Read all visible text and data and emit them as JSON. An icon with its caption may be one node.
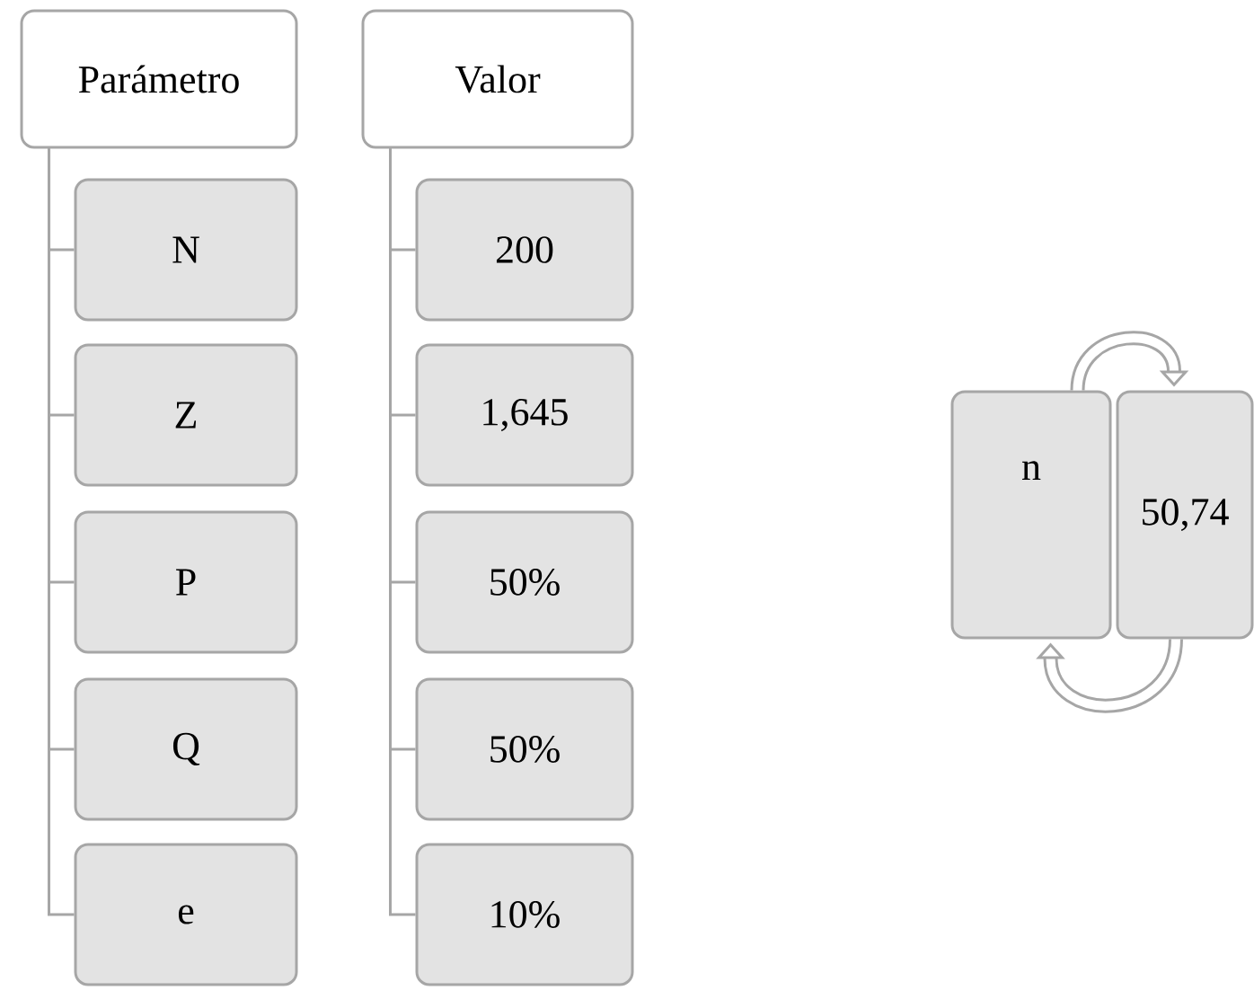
{
  "diagram": {
    "nodes": [
      {
        "text": [
          "Parámetro"
        ]
      },
      {
        "text": [
          "Valor"
        ]
      },
      {
        "text": [
          "N"
        ]
      },
      {
        "text": [
          "Z"
        ]
      },
      {
        "text": [
          "P"
        ]
      },
      {
        "text": [
          "Q"
        ]
      },
      {
        "text": [
          "e"
        ]
      },
      {
        "text": [
          "200"
        ]
      },
      {
        "text": [
          "1,645"
        ]
      },
      {
        "text": [
          "50%"
        ]
      },
      {
        "text": [
          "50%"
        ]
      },
      {
        "text": [
          "10%"
        ]
      },
      {
        "text": [
          "n"
        ]
      },
      {
        "text": [
          "50,74"
        ]
      }
    ],
    "edges": [
      {
        "from": 0,
        "to": 2,
        "arrow": "none"
      },
      {
        "from": 0,
        "to": 3,
        "arrow": "none"
      },
      {
        "from": 0,
        "to": 4,
        "arrow": "none"
      },
      {
        "from": 0,
        "to": 5,
        "arrow": "none"
      },
      {
        "from": 0,
        "to": 6,
        "arrow": "none"
      },
      {
        "from": 1,
        "to": 7,
        "arrow": "none"
      },
      {
        "from": 1,
        "to": 8,
        "arrow": "none"
      },
      {
        "from": 1,
        "to": 9,
        "arrow": "none"
      },
      {
        "from": 1,
        "to": 10,
        "arrow": "none"
      },
      {
        "from": 1,
        "to": 11,
        "arrow": "none"
      },
      {
        "from": 12,
        "to": 13,
        "arrow": "to",
        "style": "thick"
      },
      {
        "from": 13,
        "to": 12,
        "arrow": "to",
        "style": "thick"
      }
    ]
  }
}
